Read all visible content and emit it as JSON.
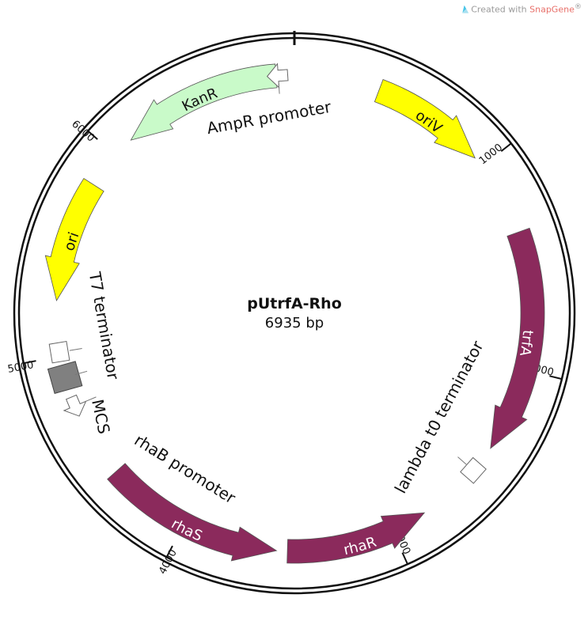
{
  "watermark": {
    "prefix": "Created with ",
    "brand": "SnapGene",
    "suffix": "®"
  },
  "plasmid": {
    "name": "pUtrfA-Rho",
    "length_label": "6935 bp",
    "length_bp": 6935
  },
  "colors": {
    "circle": "#111111",
    "magenta": "#8b2a5c",
    "yellow": "#ffff00",
    "green": "#c9fac9",
    "mcs": "#808080",
    "white": "#ffffff"
  },
  "features": [
    {
      "id": "oriV",
      "label": "oriV",
      "start": 400,
      "end": 950,
      "direction": "cw",
      "color": "#ffff00",
      "label_color": "#111111"
    },
    {
      "id": "trfA",
      "label": "trfA",
      "start": 1350,
      "end": 2400,
      "direction": "cw",
      "color": "#8b2a5c",
      "label_color": "#ffffff"
    },
    {
      "id": "rhaR",
      "label": "rhaR",
      "start": 2830,
      "end": 3500,
      "direction": "ccw",
      "color": "#8b2a5c",
      "label_color": "#ffffff"
    },
    {
      "id": "rhaS",
      "label": "rhaS",
      "start": 3550,
      "end": 4400,
      "direction": "ccw",
      "color": "#8b2a5c",
      "label_color": "#ffffff"
    },
    {
      "id": "ori",
      "label": "ori",
      "start": 5260,
      "end": 5830,
      "direction": "ccw",
      "color": "#ffff00",
      "label_color": "#111111"
    },
    {
      "id": "KanR",
      "label": "KanR",
      "start": 6100,
      "end": 6850,
      "direction": "ccw",
      "color": "#c9fac9",
      "label_color": "#111111"
    }
  ],
  "small_features": [
    {
      "id": "lambda-t0-terminator",
      "label": "lambda t0 terminator",
      "pos": 2530,
      "kind": "box"
    },
    {
      "id": "t7-terminator",
      "label": "T7 terminator",
      "pos": 5020,
      "kind": "box"
    },
    {
      "id": "mcs",
      "label": "MCS",
      "pos": 4900,
      "kind": "filled"
    },
    {
      "id": "rhab-promoter",
      "label": "rhaB promoter",
      "pos": 4760,
      "kind": "arrow"
    },
    {
      "id": "ampr-promoter",
      "label": "AmpR promoter",
      "pos": 6860,
      "kind": "arrow"
    }
  ],
  "ticks": [
    {
      "label": "1000",
      "pos": 1000
    },
    {
      "label": "2000",
      "pos": 2000
    },
    {
      "label": "3000",
      "pos": 3000
    },
    {
      "label": "4000",
      "pos": 4000
    },
    {
      "label": "5000",
      "pos": 5000
    },
    {
      "label": "6000",
      "pos": 6000
    }
  ]
}
